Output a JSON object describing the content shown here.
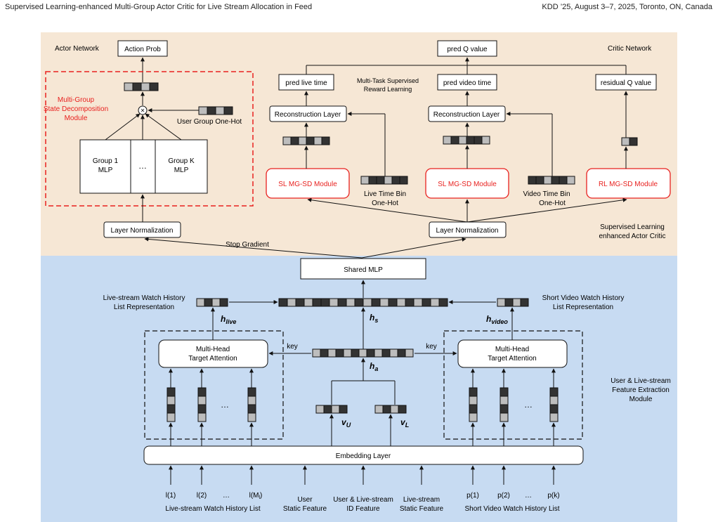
{
  "header": {
    "left": "Supervised Learning-enhanced Multi-Group Actor Critic for Live Stream Allocation in Feed",
    "right": "KDD ’25, August 3–7, 2025, Toronto, ON, Canada"
  },
  "colors": {
    "top_bg": "#F6E7D5",
    "bottom_bg": "#C7DBF2",
    "red": "#E8211F",
    "dark_cell": "#333333",
    "light_cell": "#BDBDBD"
  },
  "actor": {
    "title": "Actor Network",
    "action_prob": "Action Prob",
    "module_l1": "Multi-Group",
    "module_l2": "State Decomposition",
    "module_l3": "Module",
    "user_group": "User Group  One-Hot",
    "group1_l1": "Group  1",
    "group1_l2": "MLP",
    "ellipsis": "…",
    "groupk_l1": "Group  K",
    "groupk_l2": "MLP",
    "times": "×"
  },
  "critic": {
    "title": "Critic Network",
    "pred_q": "pred Q value",
    "pred_live": "pred live time",
    "pred_video": "pred video time",
    "residual_q": "residual Q value",
    "mt_l1": "Multi-Task Supervised",
    "mt_l2": "Reward Learning",
    "recon": "Reconstruction  Layer",
    "sl_module": "SL MG-SD Module",
    "rl_module": "RL MG-SD Module",
    "live_bin_l1": "Live Time Bin",
    "live_bin_l2": "One-Hot",
    "video_bin_l1": "Video  Time Bin",
    "video_bin_l2": "One-Hot",
    "layer_norm": "Layer Normalization",
    "stop_gradient": "Stop  Gradient",
    "sl_ac_l1": "Supervised  Learning",
    "sl_ac_l2": "enhanced  Actor Critic"
  },
  "feature": {
    "shared_mlp": "Shared MLP",
    "live_hist_l1": "Live-stream  Watch History",
    "live_hist_l2": "List Representation",
    "video_hist_l1": "Short  Video Watch History",
    "video_hist_l2": "List Representation",
    "h_live": "h",
    "h_live_sub": "live",
    "h_s": "h",
    "h_s_sub": "s",
    "h_video": "h",
    "h_video_sub": "video",
    "h_a": "h",
    "h_a_sub": "a",
    "v_u": "v",
    "v_u_sub": "U",
    "v_l": "v",
    "v_l_sub": "L",
    "mhta_l1": "Multi-Head",
    "mhta_l2": "Target  Attention",
    "key": "key",
    "dots": "…",
    "module_l1": "User & Live-stream",
    "module_l2": "Feature Extraction",
    "module_l3": "Module",
    "embedding": "Embedding  Layer"
  },
  "inputs": {
    "live_items": [
      "l(1)",
      "l(2)",
      "…",
      "l(M"
    ],
    "live_last_sub": "l",
    "live_last_close": ")",
    "user_static_l1": "User",
    "user_static_l2": "Static Feature",
    "id_l1": "User & Live-stream",
    "id_l2": "ID Feature",
    "live_static_l1": "Live-stream",
    "live_static_l2": "Static Feature",
    "video_items": [
      "p(1)",
      "p(2)",
      "…",
      "p(k)"
    ],
    "live_list": "Live-stream  Watch  History List",
    "video_list": "Short  Video  Watch History List"
  }
}
